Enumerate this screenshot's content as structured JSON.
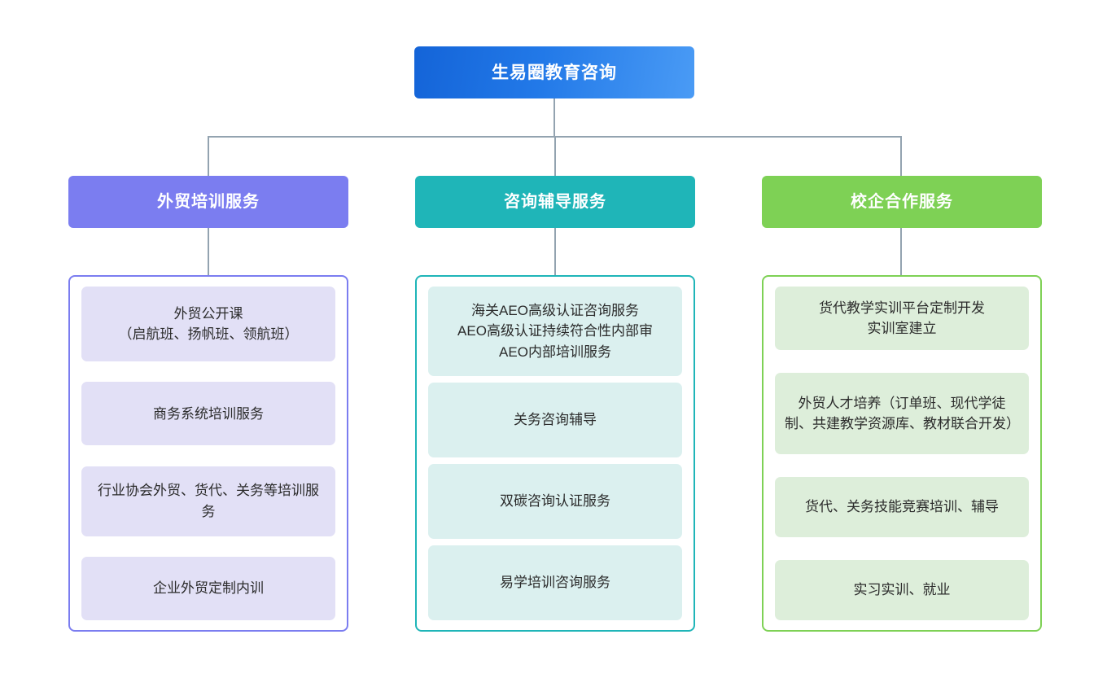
{
  "diagram": {
    "type": "organization-chart",
    "root": {
      "label": "生易圈教育咨询",
      "color": "#2279e8"
    },
    "columns": [
      {
        "header": "外贸培训服务",
        "color": "#7b7df0",
        "item_bg": "#e2e0f6",
        "items": [
          "外贸公开课\n（启航班、扬帆班、领航班）",
          "商务系统培训服务",
          "行业协会外贸、货代、关务等培训服务",
          "企业外贸定制内训"
        ]
      },
      {
        "header": "咨询辅导服务",
        "color": "#1fb5b8",
        "item_bg": "#dbf0ef",
        "items": [
          "海关AEO高级认证咨询服务\nAEO高级认证持续符合性内部审\nAEO内部培训服务",
          "关务咨询辅导",
          "双碳咨询认证服务",
          "易学培训咨询服务"
        ]
      },
      {
        "header": "校企合作服务",
        "color": "#7ed155",
        "item_bg": "#ddeeda",
        "items": [
          "货代教学实训平台定制开发\n实训室建立",
          "外贸人才培养（订单班、现代学徒制、共建教学资源库、教材联合开发）",
          "货代、关务技能竞赛培训、辅导",
          "实习实训、就业"
        ]
      }
    ],
    "connector_color": "#93a3b0"
  }
}
